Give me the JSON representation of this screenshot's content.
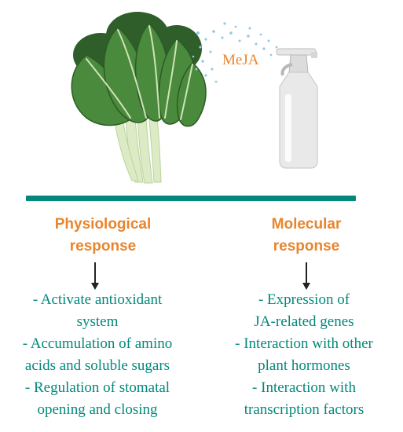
{
  "illustration": {
    "spray_label": "MeJA",
    "plant_icon": "leafy-vegetable-plant",
    "sprayer_icon": "spray-bottle",
    "accent_color": "#e8852d",
    "teal_color": "#00897b"
  },
  "columns": [
    {
      "heading_lines": [
        "Physiological",
        "response"
      ],
      "items": [
        [
          "- Activate antioxidant",
          "system"
        ],
        [
          "- Accumulation of amino",
          "acids and soluble sugars"
        ],
        [
          "- Regulation of stomatal",
          "opening and closing"
        ]
      ]
    },
    {
      "heading_lines": [
        "Molecular",
        "response"
      ],
      "items": [
        [
          "- Expression of",
          "JA-related genes"
        ],
        [
          "- Interaction with other",
          "plant hormones"
        ],
        [
          "- Interaction with",
          "transcription factors"
        ]
      ]
    }
  ]
}
